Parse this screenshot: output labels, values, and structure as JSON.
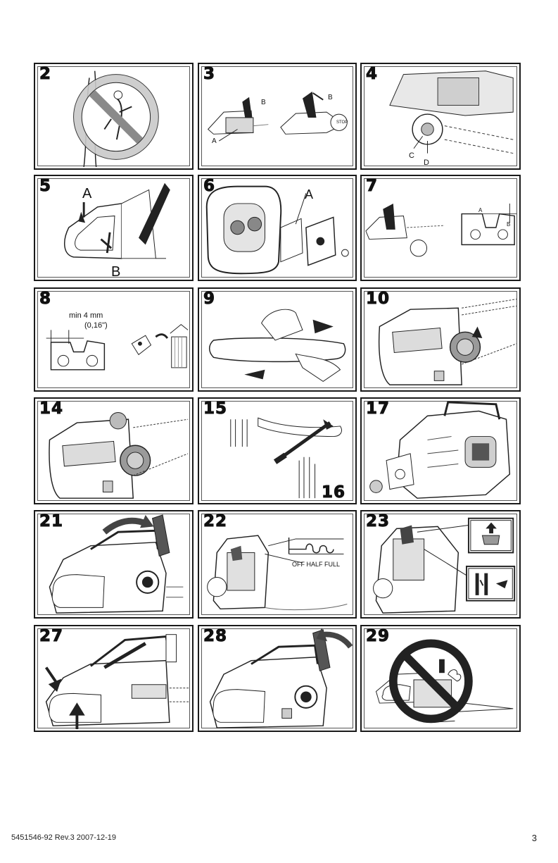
{
  "panels": [
    {
      "num": "2"
    },
    {
      "num": "3",
      "labels": {
        "a": "A",
        "b1": "B",
        "b2": "B",
        "stop": "STOP"
      }
    },
    {
      "num": "4",
      "labels": {
        "c": "C",
        "d": "D"
      }
    },
    {
      "num": "5",
      "labels": {
        "a": "A",
        "b": "B"
      }
    },
    {
      "num": "6",
      "labels": {
        "a": "A"
      }
    },
    {
      "num": "7",
      "labels": {
        "a": "A",
        "b": "B"
      }
    },
    {
      "num": "8",
      "labels": {
        "min": "min 4 mm",
        "inch": "(0,16\")"
      }
    },
    {
      "num": "9"
    },
    {
      "num": "10"
    },
    {
      "num": "14"
    },
    {
      "num": "15",
      "num2": "16"
    },
    {
      "num": "17"
    },
    {
      "num": "21"
    },
    {
      "num": "22",
      "labels": {
        "choke": "OFF HALF FULL"
      }
    },
    {
      "num": "23"
    },
    {
      "num": "27"
    },
    {
      "num": "28"
    },
    {
      "num": "29"
    }
  ],
  "footer": {
    "doc_code": "5451546-92 Rev.3 2007-12-19",
    "page": "3"
  }
}
